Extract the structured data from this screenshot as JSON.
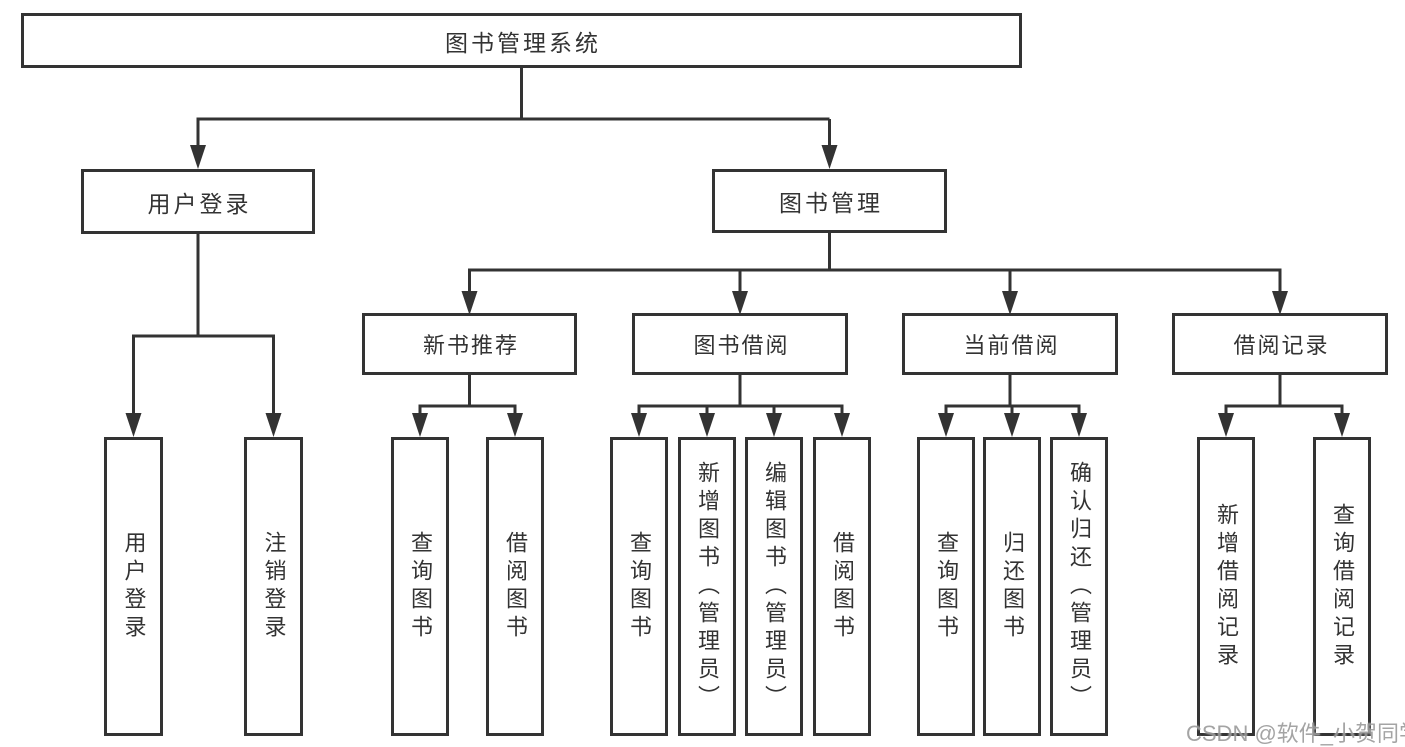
{
  "tree": {
    "label": "图书管理系统",
    "children": [
      {
        "label": "用户登录",
        "children": [
          {
            "label": "用户登录"
          },
          {
            "label": "注销登录"
          }
        ]
      },
      {
        "label": "图书管理",
        "children": [
          {
            "label": "新书推荐",
            "children": [
              {
                "label": "查询图书"
              },
              {
                "label": "借阅图书"
              }
            ]
          },
          {
            "label": "图书借阅",
            "children": [
              {
                "label": "查询图书"
              },
              {
                "label": "新增图书（管理员）"
              },
              {
                "label": "编辑图书（管理员）"
              },
              {
                "label": "借阅图书"
              }
            ]
          },
          {
            "label": "当前借阅",
            "children": [
              {
                "label": "查询图书"
              },
              {
                "label": "归还图书"
              },
              {
                "label": "确认归还（管理员）"
              }
            ]
          },
          {
            "label": "借阅记录",
            "children": [
              {
                "label": "新增借阅记录"
              },
              {
                "label": "查询借阅记录"
              }
            ]
          }
        ]
      }
    ]
  },
  "watermark": "CSDN @软件_小贺同学",
  "colors": {
    "line": "#333333",
    "text": "#333333",
    "background": "#ffffff",
    "watermark": "#9b9b9b"
  }
}
